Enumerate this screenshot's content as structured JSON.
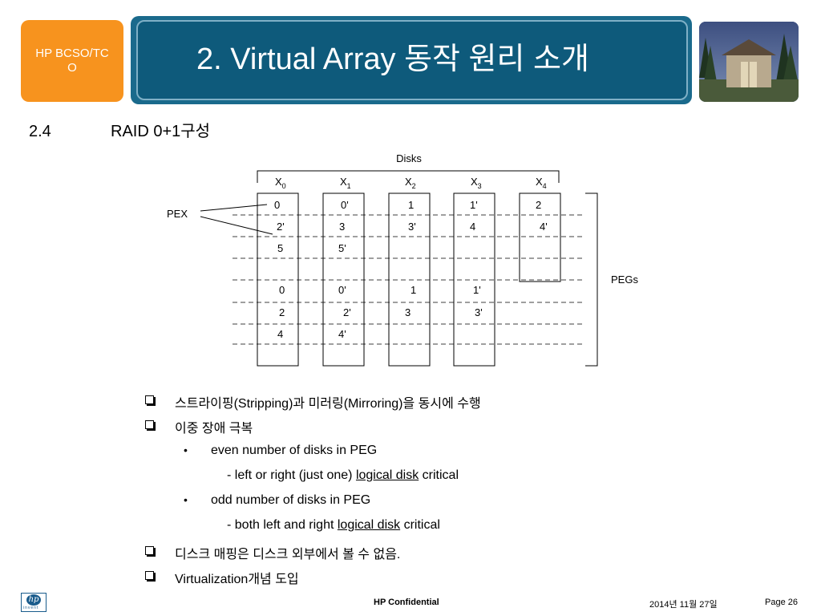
{
  "header": {
    "org_label": "HP BCSO/TCO",
    "title": "2. Virtual Array 동작 원리 소개"
  },
  "section": {
    "number": "2.4",
    "heading": "RAID 0+1구성"
  },
  "diagram": {
    "disks_label": "Disks",
    "pex_label": "PEX",
    "pegs_label": "PEGs",
    "disk_headers": [
      {
        "base": "X",
        "sub": "0"
      },
      {
        "base": "X",
        "sub": "1"
      },
      {
        "base": "X",
        "sub": "2"
      },
      {
        "base": "X",
        "sub": "3"
      },
      {
        "base": "X",
        "sub": "4"
      }
    ],
    "peg1_rows": [
      [
        "0",
        "0'",
        "1",
        "1'",
        "2"
      ],
      [
        "2'",
        "3",
        "3'",
        "4",
        "4'"
      ],
      [
        "5",
        "5'",
        "",
        "",
        ""
      ]
    ],
    "peg2_rows": [
      [
        "0",
        "0'",
        "1",
        "1'",
        ""
      ],
      [
        "2",
        "2'",
        "3",
        "3'",
        ""
      ],
      [
        "4",
        "4'",
        "",
        "",
        ""
      ]
    ]
  },
  "bullets": {
    "item1": "스트라이핑(Stripping)과 미러링(Mirroring)을 동시에 수행",
    "item2": "이중 장애 극복",
    "sub1": "even number of disks in PEG",
    "sub1_detail_pre": "- left or right (just one) ",
    "sub1_detail_link": "logical disk",
    "sub1_detail_post": " critical",
    "sub2": "odd number of disks in PEG",
    "sub2_detail_pre": "- both left and right ",
    "sub2_detail_link": "logical disk",
    "sub2_detail_post": " critical",
    "item3": "디스크 매핑은 디스크 외부에서 볼 수 없음.",
    "item4": "Virtualization개념 도입"
  },
  "footer": {
    "logo_text": "hp",
    "logo_sub": "invent",
    "confidential": "HP Confidential",
    "date": "2014년 11월 27일",
    "page": "Page 26"
  }
}
